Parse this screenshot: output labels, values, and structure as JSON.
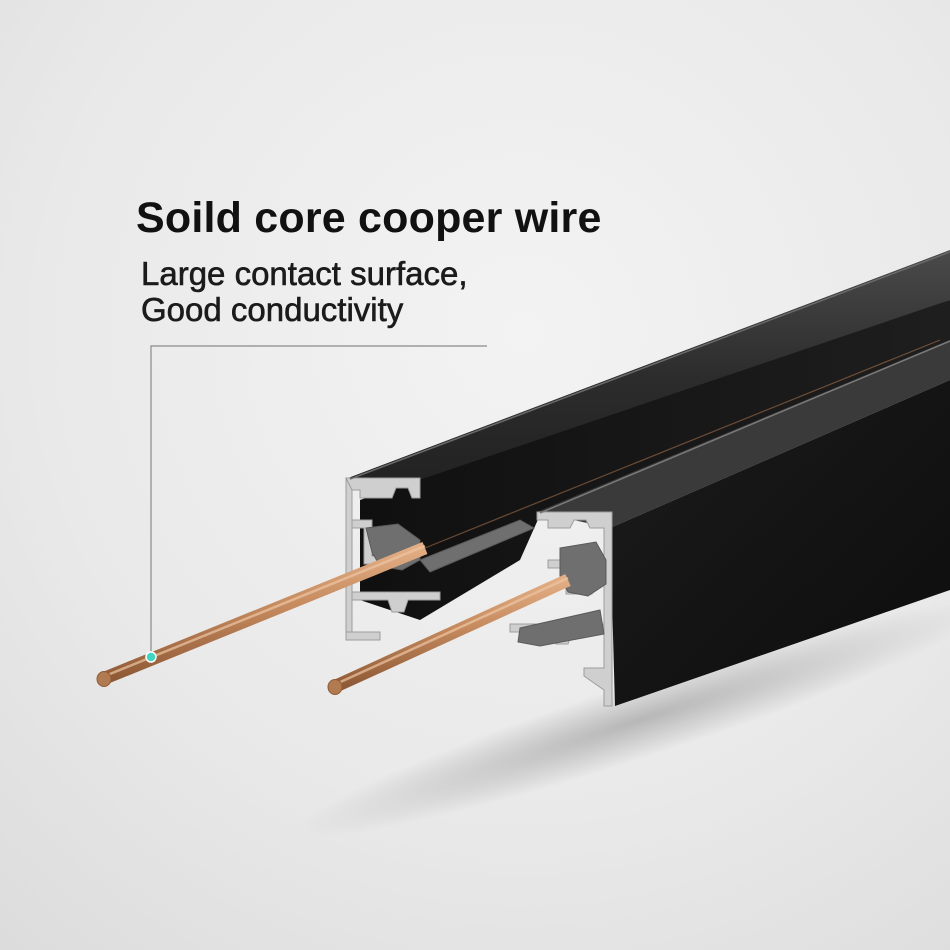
{
  "caption": {
    "title": "Soild core cooper wire",
    "lines": [
      "Large contact surface,",
      "Good conductivity"
    ]
  },
  "colors": {
    "background": "#ececec",
    "rail_body": "#1a1a1a",
    "rail_edge": "#c9c9c9",
    "copper": "#c58a5e",
    "marker": "#3fd6c0",
    "text": "#111111"
  }
}
